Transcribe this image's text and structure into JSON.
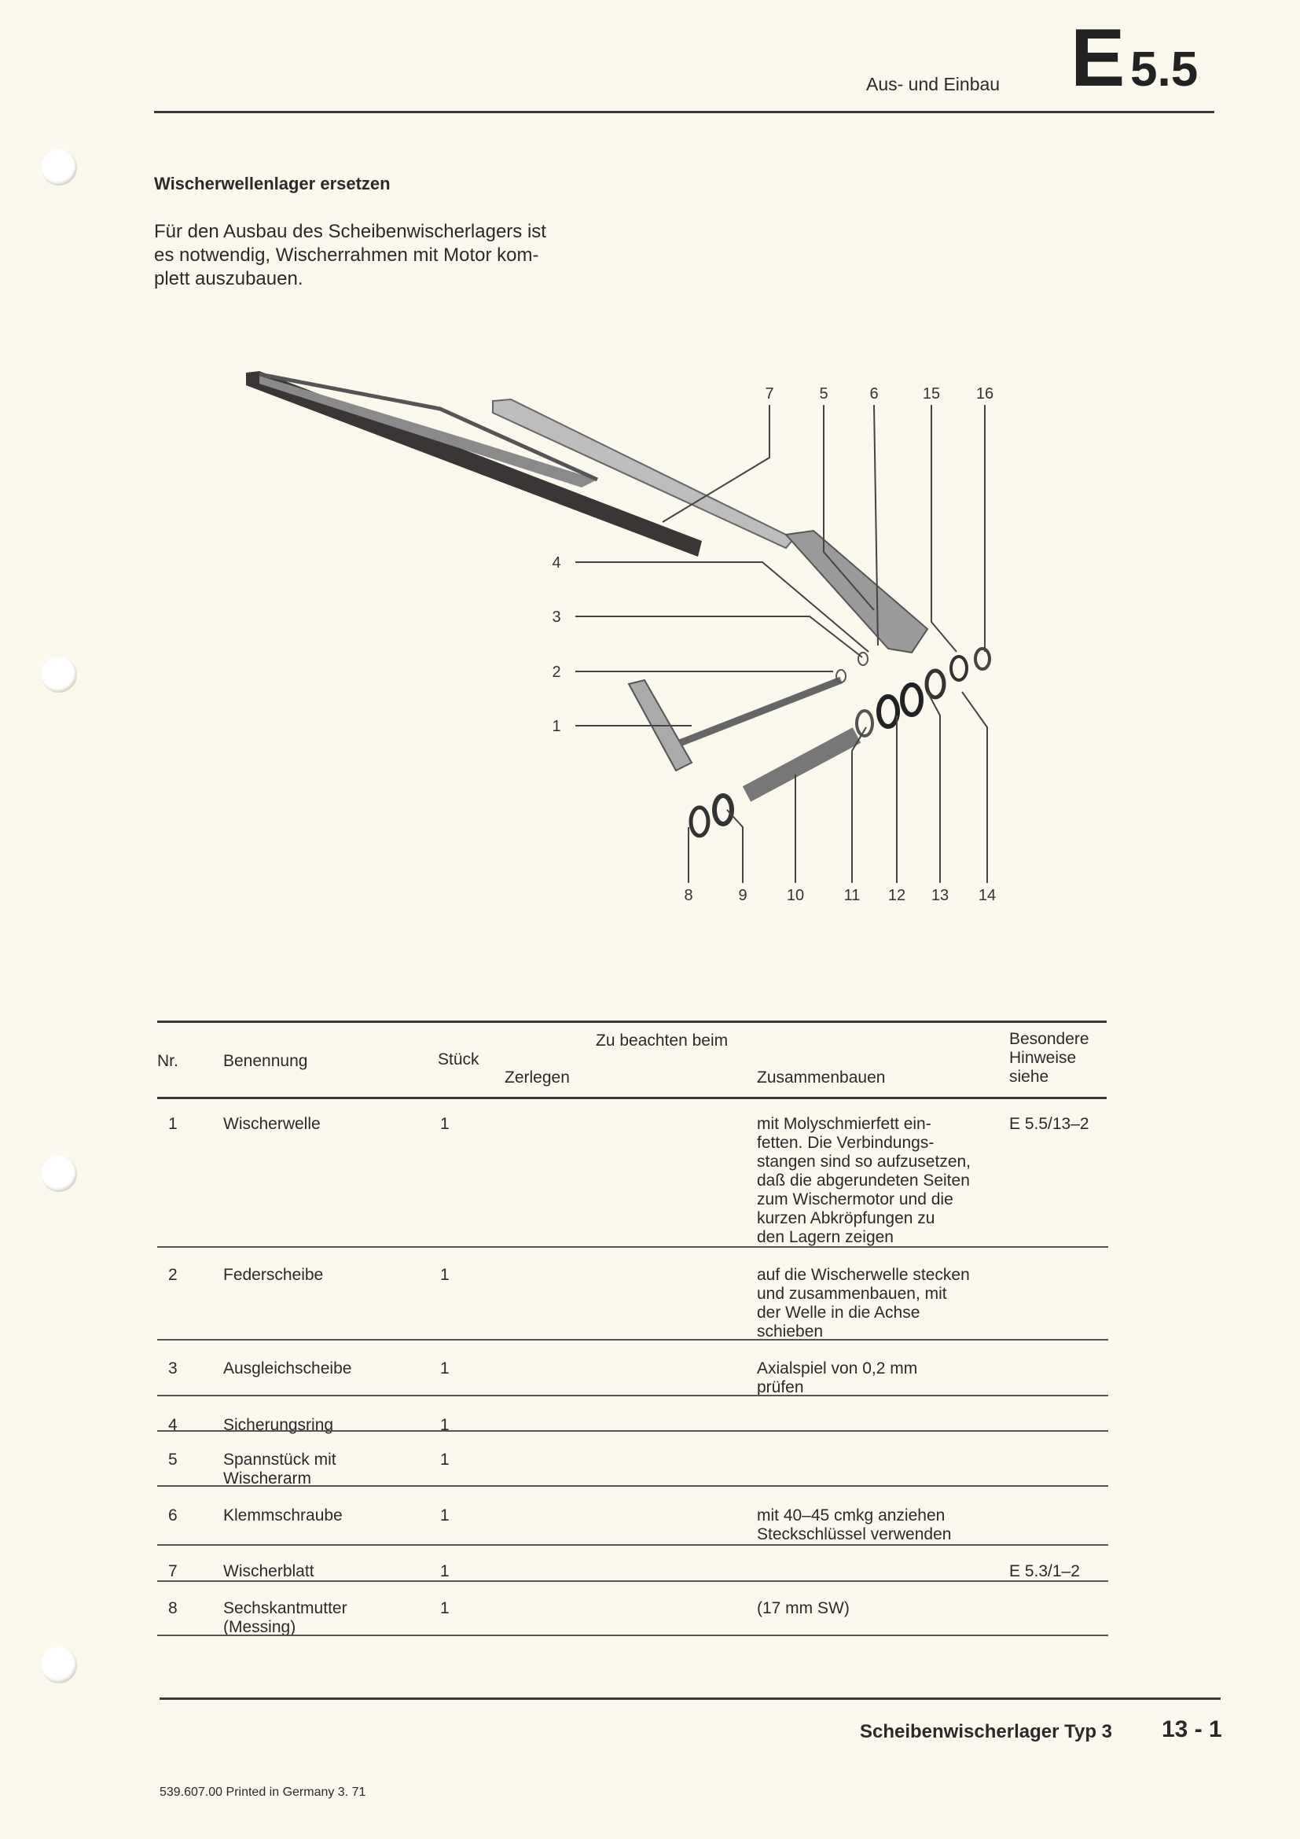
{
  "header": {
    "section_label": "Aus- und Einbau",
    "code_letter": "E",
    "code_number": "5.5"
  },
  "heading": "Wischerwellenlager ersetzen",
  "intro": [
    "Für den Ausbau des Scheibenwischerlagers ist",
    "es notwendig, Wischerrahmen mit Motor kom-",
    "plett auszubauen."
  ],
  "diagram": {
    "labels": {
      "l1": "1",
      "l2": "2",
      "l3": "3",
      "l4": "4",
      "l5": "5",
      "l6": "6",
      "l7": "7",
      "l8": "8",
      "l9": "9",
      "l10": "10",
      "l11": "11",
      "l12": "12",
      "l13": "13",
      "l14": "14",
      "l15": "15",
      "l16": "16"
    }
  },
  "table": {
    "headers": {
      "nr": "Nr.",
      "name": "Benennung",
      "qty": "Stück",
      "group": "Zu beachten beim",
      "disassemble": "Zerlegen",
      "assemble": "Zusammenbauen",
      "notes": [
        "Besondere",
        "Hinweise",
        "siehe"
      ]
    },
    "rows": [
      {
        "nr": "1",
        "name": [
          "Wischerwelle"
        ],
        "qty": "1",
        "assemble": [
          "mit Molyschmierfett ein-",
          "fetten. Die Verbindungs-",
          "stangen sind so aufzusetzen,",
          "daß die abgerundeten Seiten",
          "zum Wischermotor und die",
          "kurzen Abkröpfungen zu",
          "den Lagern zeigen"
        ],
        "ref": "E 5.5/13–2"
      },
      {
        "nr": "2",
        "name": [
          "Federscheibe"
        ],
        "qty": "1",
        "assemble": [
          "auf die Wischerwelle stecken",
          "und zusammenbauen, mit",
          "der Welle in die Achse",
          "schieben"
        ],
        "ref": ""
      },
      {
        "nr": "3",
        "name": [
          "Ausgleichscheibe"
        ],
        "qty": "1",
        "assemble": [
          "Axialspiel von 0,2 mm",
          "prüfen"
        ],
        "ref": ""
      },
      {
        "nr": "4",
        "name": [
          "Sicherungsring"
        ],
        "qty": "1",
        "assemble": [],
        "ref": ""
      },
      {
        "nr": "5",
        "name": [
          "Spannstück mit",
          "Wischerarm"
        ],
        "qty": "1",
        "assemble": [],
        "ref": ""
      },
      {
        "nr": "6",
        "name": [
          "Klemmschraube"
        ],
        "qty": "1",
        "assemble": [
          "mit 40–45 cmkg anziehen",
          "Steckschlüssel verwenden"
        ],
        "ref": ""
      },
      {
        "nr": "7",
        "name": [
          "Wischerblatt"
        ],
        "qty": "1",
        "assemble": [],
        "ref": "E 5.3/1–2"
      },
      {
        "nr": "8",
        "name": [
          "Sechskantmutter",
          "(Messing)"
        ],
        "qty": "1",
        "assemble": [
          "(17 mm SW)"
        ],
        "ref": ""
      }
    ]
  },
  "footer": {
    "title": "Scheibenwischerlager Typ 3",
    "page": "13 - 1",
    "print_info": "539.607.00 Printed in Germany 3. 71"
  }
}
